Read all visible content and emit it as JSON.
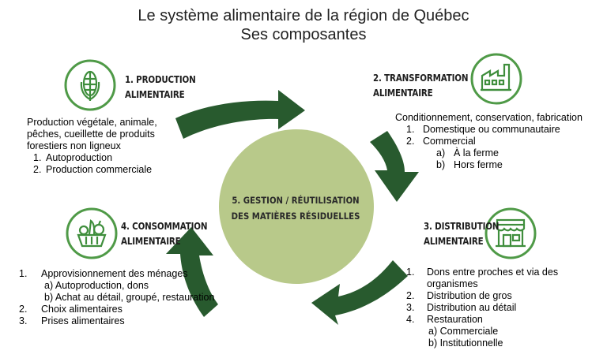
{
  "title": {
    "line1": "Le système alimentaire de la région de Québec",
    "line2": "Ses composantes"
  },
  "colors": {
    "arrow": "#285a2e",
    "ring": "#4f9a47",
    "center": "#b8c98a",
    "icon": "#3f8e3c"
  },
  "components": [
    {
      "heading1": "1. PRODUCTION",
      "heading2": "ALIMENTAIRE",
      "icon": "corn-icon",
      "lines": [
        {
          "text": "Production végétale, animale,"
        },
        {
          "text": "pêches, cueillette de produits"
        },
        {
          "text": "forestiers non ligneux"
        },
        {
          "marker": "1.",
          "text": "Autoproduction"
        },
        {
          "marker": "2.",
          "text": "Production commerciale"
        }
      ]
    },
    {
      "heading1": "2. TRANSFORMATION",
      "heading2": "ALIMENTAIRE",
      "icon": "factory-icon",
      "lines": [
        {
          "text": "Conditionnement, conservation, fabrication"
        },
        {
          "marker": "1.",
          "text": "Domestique ou communautaire"
        },
        {
          "marker": "2.",
          "text": "Commercial"
        },
        {
          "marker": "a)",
          "text": "À la ferme"
        },
        {
          "marker": "b)",
          "text": "Hors ferme"
        }
      ]
    },
    {
      "heading1": "3. DISTRIBUTION",
      "heading2": "ALIMENTAIRE",
      "icon": "store-icon",
      "lines": [
        {
          "marker": "1.",
          "text": "Dons entre proches et via des"
        },
        {
          "text": "organismes"
        },
        {
          "marker": "2.",
          "text": "Distribution de gros"
        },
        {
          "marker": "3.",
          "text": "Distribution au détail"
        },
        {
          "marker": "4.",
          "text": "Restauration"
        },
        {
          "text": "a) Commerciale"
        },
        {
          "text": "b) Institutionnelle"
        }
      ]
    },
    {
      "heading1": "4. CONSOMMATION",
      "heading2": "ALIMENTAIRE",
      "icon": "food-basket-icon",
      "lines": [
        {
          "marker": "1.",
          "text": "Approvisionnement des ménages"
        },
        {
          "text": "a) Autoproduction, dons"
        },
        {
          "text": "b) Achat au détail, groupé, restauration"
        },
        {
          "marker": "2.",
          "text": "Choix alimentaires"
        },
        {
          "marker": "3.",
          "text": "Prises alimentaires"
        }
      ]
    }
  ],
  "center": {
    "line1": "5. GESTION / RÉUTILISATION",
    "line2": "DES MATIÈRES RÉSIDUELLES"
  }
}
